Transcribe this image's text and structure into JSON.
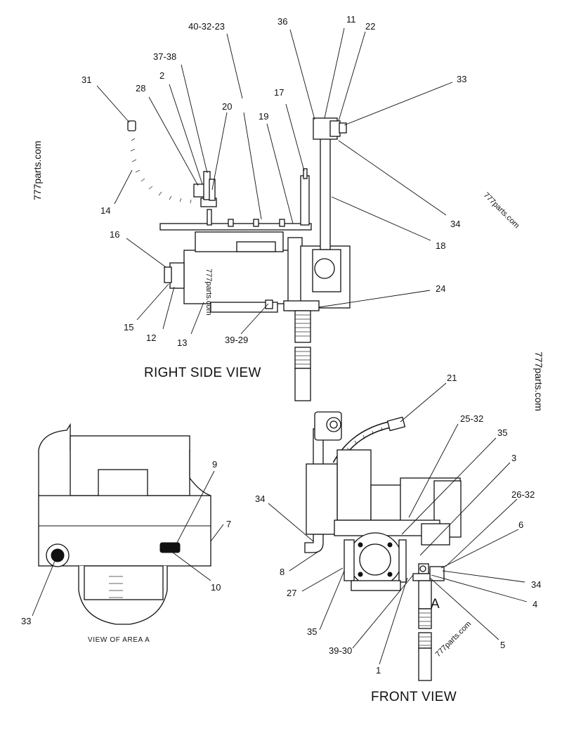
{
  "views": {
    "right_side": {
      "title": "RIGHT SIDE VIEW"
    },
    "front": {
      "title": "FRONT VIEW",
      "area_marker": "A"
    },
    "area_a": {
      "title": "VIEW OF AREA A"
    }
  },
  "watermark": "777parts.com",
  "callouts": {
    "rs": [
      "31",
      "28",
      "2",
      "37-38",
      "40-32-23",
      "20",
      "17",
      "19",
      "36",
      "11",
      "22",
      "33",
      "34",
      "18",
      "24",
      "14",
      "16",
      "15",
      "12",
      "13",
      "39-29"
    ],
    "fv": [
      "21",
      "25-32",
      "35",
      "3",
      "26-32",
      "6",
      "34",
      "4",
      "5",
      "34",
      "8",
      "27",
      "35",
      "39-30",
      "1"
    ],
    "va": [
      "9",
      "7",
      "10",
      "33"
    ]
  }
}
